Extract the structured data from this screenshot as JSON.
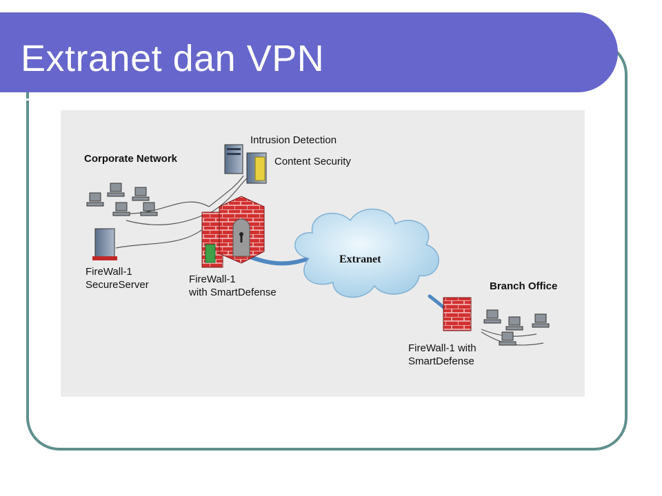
{
  "slide": {
    "title": "Extranet dan VPN"
  },
  "diagram": {
    "labels": {
      "corporate_network": "Corporate Network",
      "intrusion_detection": "Intrusion Detection",
      "content_security": "Content Security",
      "securserver_line1": "FireWall-1",
      "securserver_line2": "SecureServer",
      "main_fw_line1": "FireWall-1",
      "main_fw_line2": "with SmartDefense",
      "extranet": "Extranet",
      "branch_office": "Branch Office",
      "branch_fw_line1": "FireWall-1 with",
      "branch_fw_line2": "SmartDefense"
    },
    "colors": {
      "firewall": "#cc2a2a",
      "cloud": "#bfe0f2",
      "link": "#4f88c0",
      "background": "#ebebeb"
    }
  }
}
